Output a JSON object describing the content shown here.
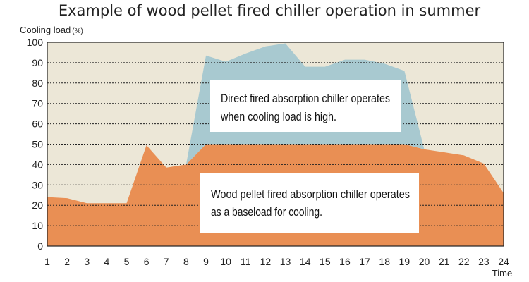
{
  "chart_data": {
    "type": "area",
    "title": "Example of wood pellet fired chiller operation in summer",
    "ylabel": "Cooling load",
    "ylabel_unit": "(%)",
    "xlabel": "Time",
    "x": [
      1,
      2,
      3,
      4,
      5,
      6,
      7,
      8,
      9,
      10,
      11,
      12,
      13,
      14,
      15,
      16,
      17,
      18,
      19,
      20,
      21,
      22,
      23,
      24
    ],
    "xlim": [
      1,
      24
    ],
    "ylim": [
      0,
      100
    ],
    "yticks": [
      0,
      10,
      20,
      30,
      40,
      50,
      60,
      70,
      80,
      90,
      100
    ],
    "grid": "horizontal-dashed",
    "series": [
      {
        "name": "Wood pellet fired absorption chiller",
        "color": "#e98f54",
        "values": [
          24,
          23.5,
          21,
          21,
          21,
          49.5,
          38.5,
          40,
          50,
          50,
          50,
          50,
          50,
          50,
          50,
          50,
          50,
          50,
          50,
          47.5,
          46,
          44.5,
          40.5,
          26
        ]
      },
      {
        "name": "Direct fired absorption chiller",
        "color": "#a8c9d0",
        "x": [
          8,
          9,
          10,
          11,
          12,
          13,
          14,
          15,
          16,
          17,
          18,
          19,
          20
        ],
        "total_values": [
          40,
          93.5,
          90.5,
          94.5,
          98,
          99.5,
          88,
          88,
          91.5,
          91.5,
          89.5,
          86,
          47.5
        ]
      }
    ],
    "plot_background": "#ece7d7",
    "annotations": [
      {
        "id": "direct",
        "lines": [
          "Direct fired absorption chiller operates",
          "when cooling load is high."
        ]
      },
      {
        "id": "wood",
        "lines": [
          "Wood pellet fired absorption chiller operates",
          "as a baseload for cooling."
        ]
      }
    ]
  }
}
